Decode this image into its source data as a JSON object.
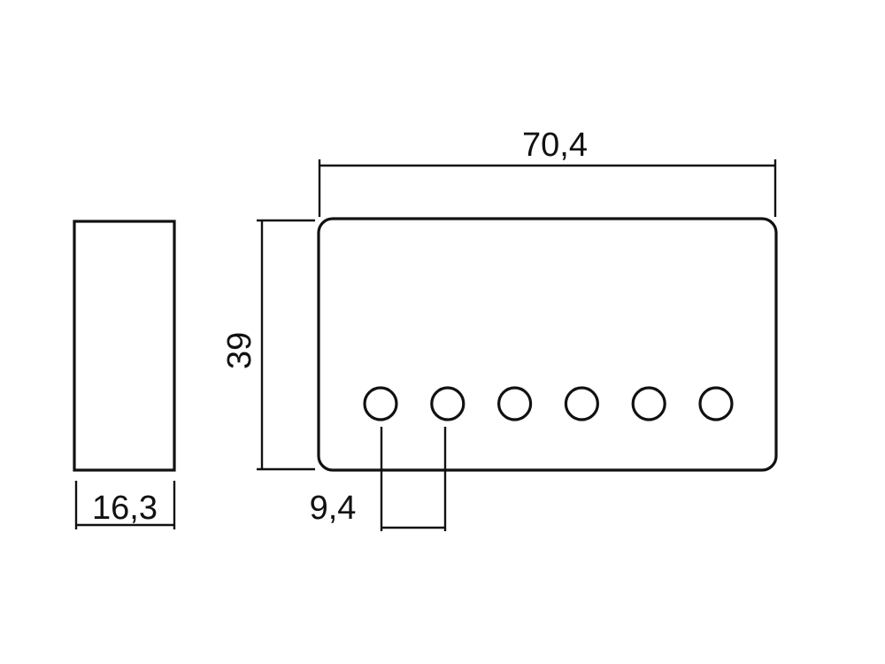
{
  "dimensions": {
    "width": "70,4",
    "height": "39",
    "depth": "16,3",
    "pole_spacing": "9,4"
  },
  "pole_pieces": {
    "count": 6
  },
  "colors": {
    "line": "#111111",
    "background": "#ffffff"
  }
}
